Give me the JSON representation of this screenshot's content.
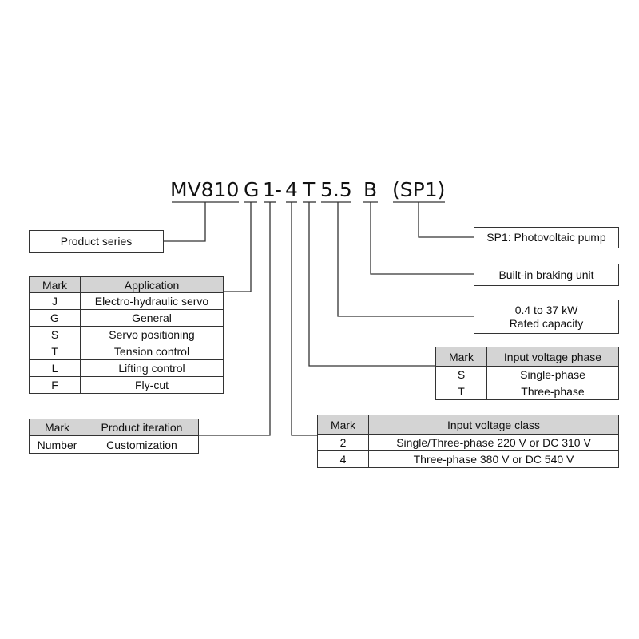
{
  "model_code": {
    "series": "MV810",
    "application": "G",
    "iteration": "1",
    "separator": "-",
    "voltage_class": "4",
    "voltage_phase": "T",
    "capacity": "5.5",
    "braking": "B",
    "option": "(SP1)"
  },
  "product_series": {
    "label": "Product series"
  },
  "application_table": {
    "headers": [
      "Mark",
      "Application"
    ],
    "rows": [
      [
        "J",
        "Electro-hydraulic servo"
      ],
      [
        "G",
        "General"
      ],
      [
        "S",
        "Servo positioning"
      ],
      [
        "T",
        "Tension control"
      ],
      [
        "L",
        "Lifting control"
      ],
      [
        "F",
        "Fly-cut"
      ]
    ]
  },
  "iteration_table": {
    "headers": [
      "Mark",
      "Product iteration"
    ],
    "rows": [
      [
        "Number",
        "Customization"
      ]
    ]
  },
  "option_box": {
    "label": "SP1: Photovoltaic pump"
  },
  "braking_box": {
    "label": "Built-in braking unit"
  },
  "capacity_box": {
    "line1": "0.4 to 37 kW",
    "line2": "Rated capacity"
  },
  "phase_table": {
    "headers": [
      "Mark",
      "Input voltage phase"
    ],
    "rows": [
      [
        "S",
        "Single-phase"
      ],
      [
        "T",
        "Three-phase"
      ]
    ]
  },
  "voltage_table": {
    "headers": [
      "Mark",
      "Input voltage class"
    ],
    "rows": [
      [
        "2",
        "Single/Three-phase 220 V or DC 310 V"
      ],
      [
        "4",
        "Three-phase 380 V or DC 540 V"
      ]
    ]
  },
  "colors": {
    "line": "#333333",
    "header_fill": "#d4d4d4",
    "text": "#111111"
  }
}
